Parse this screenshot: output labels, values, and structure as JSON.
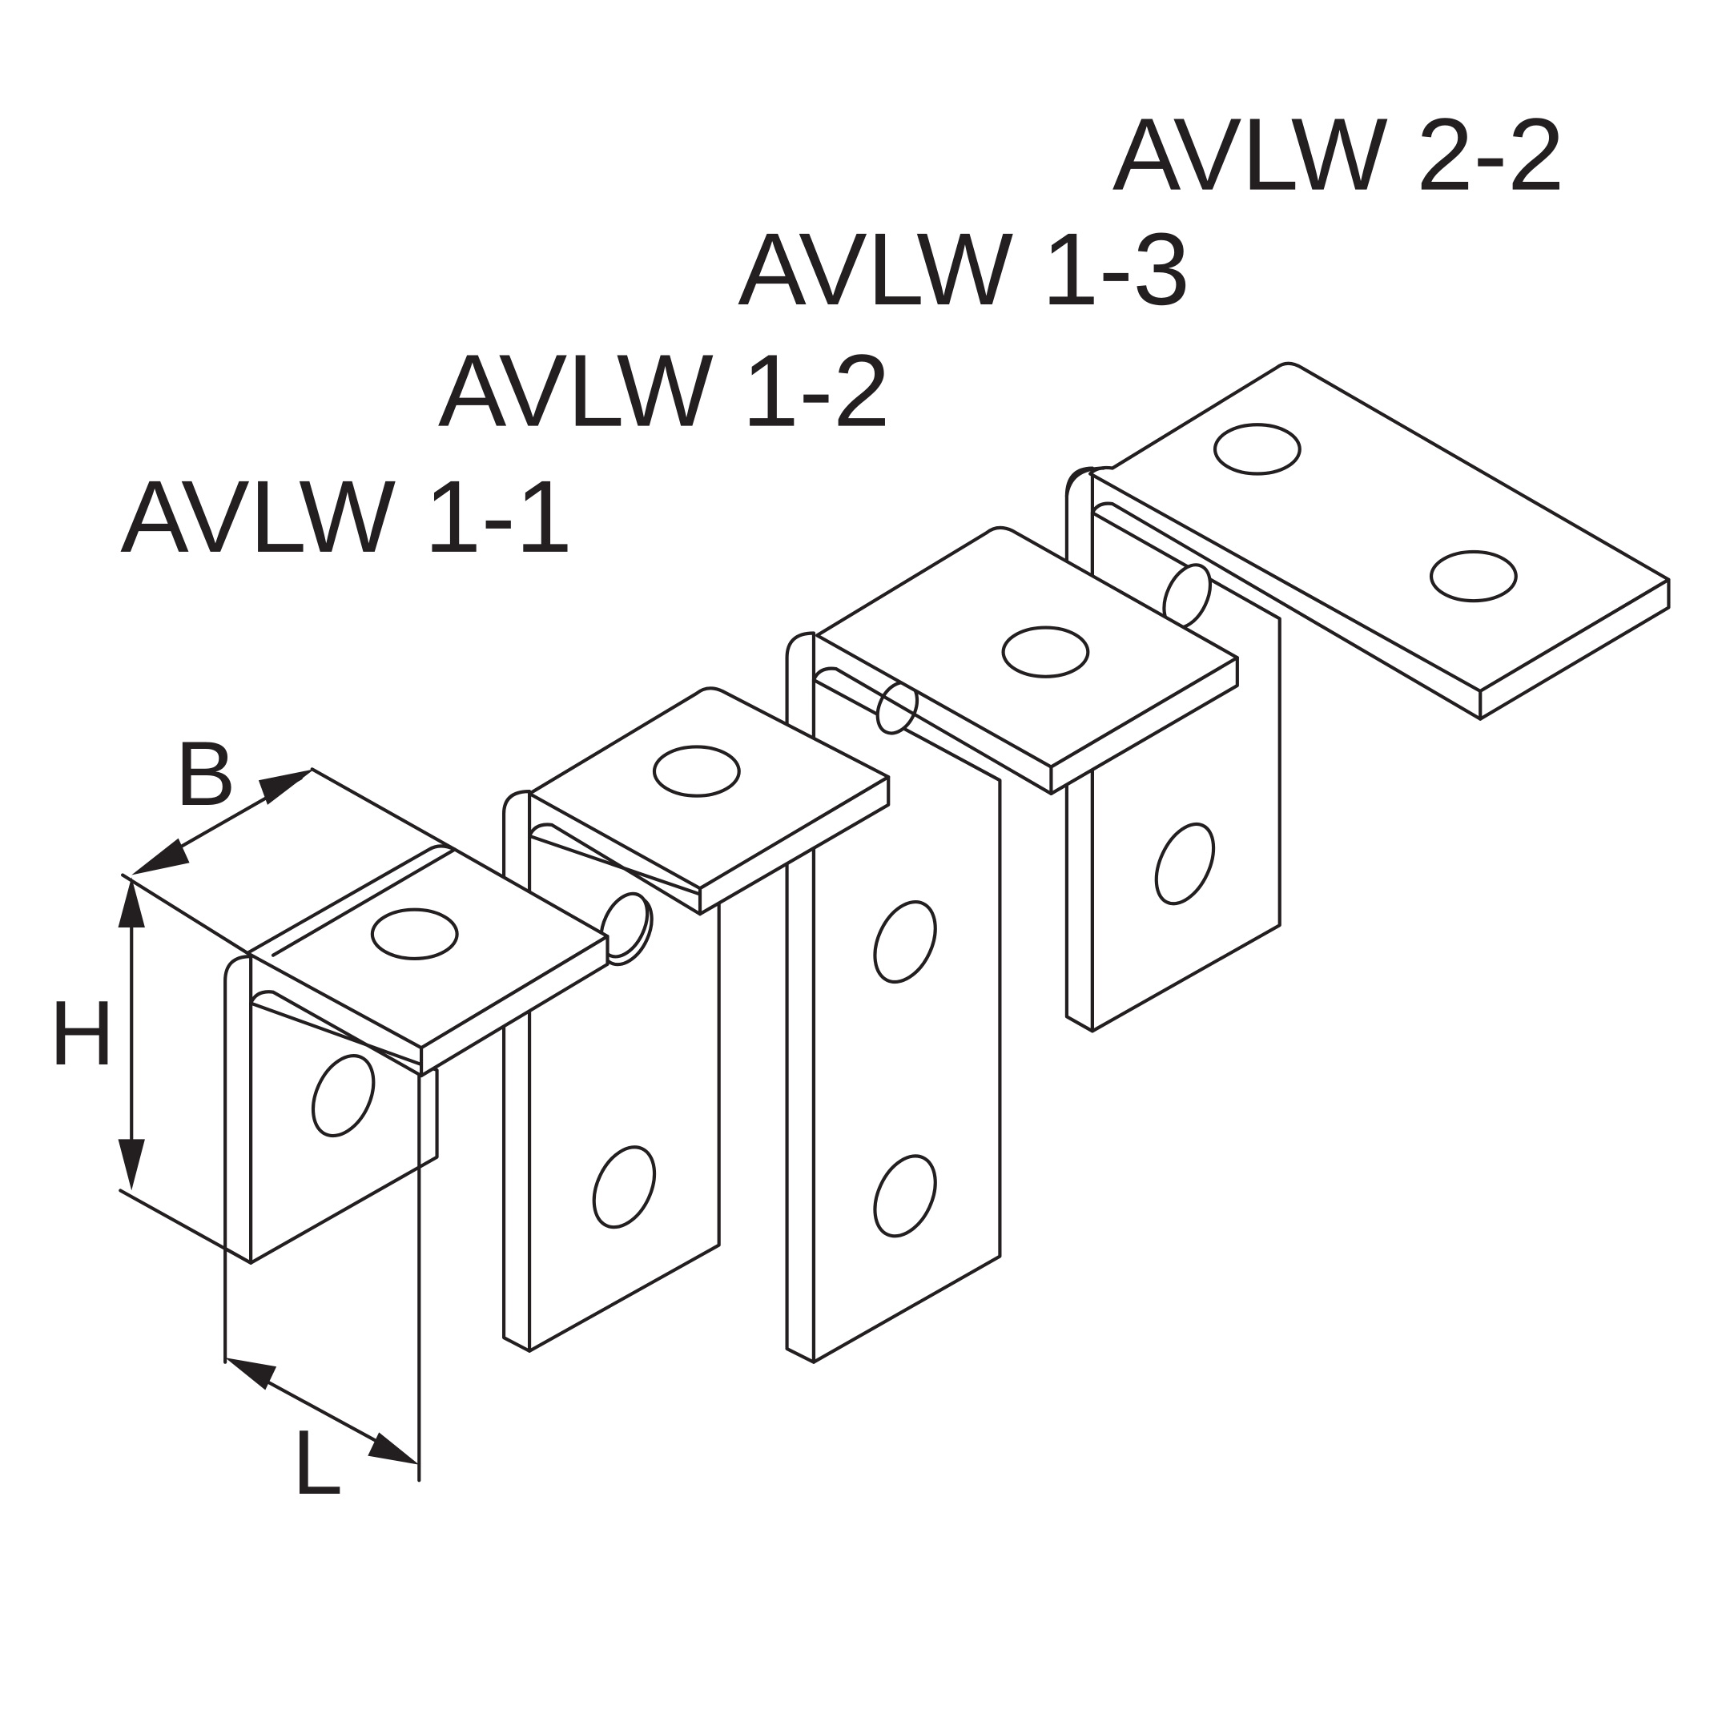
{
  "labels": {
    "avlw_1_1": "AVLW 1-1",
    "avlw_1_2": "AVLW 1-2",
    "avlw_1_3": "AVLW 1-3",
    "avlw_2_2": "AVLW 2-2"
  },
  "dimensions": {
    "b": "B",
    "h": "H",
    "l": "L"
  },
  "colors": {
    "line": "#231f20",
    "background": "#ffffff"
  }
}
